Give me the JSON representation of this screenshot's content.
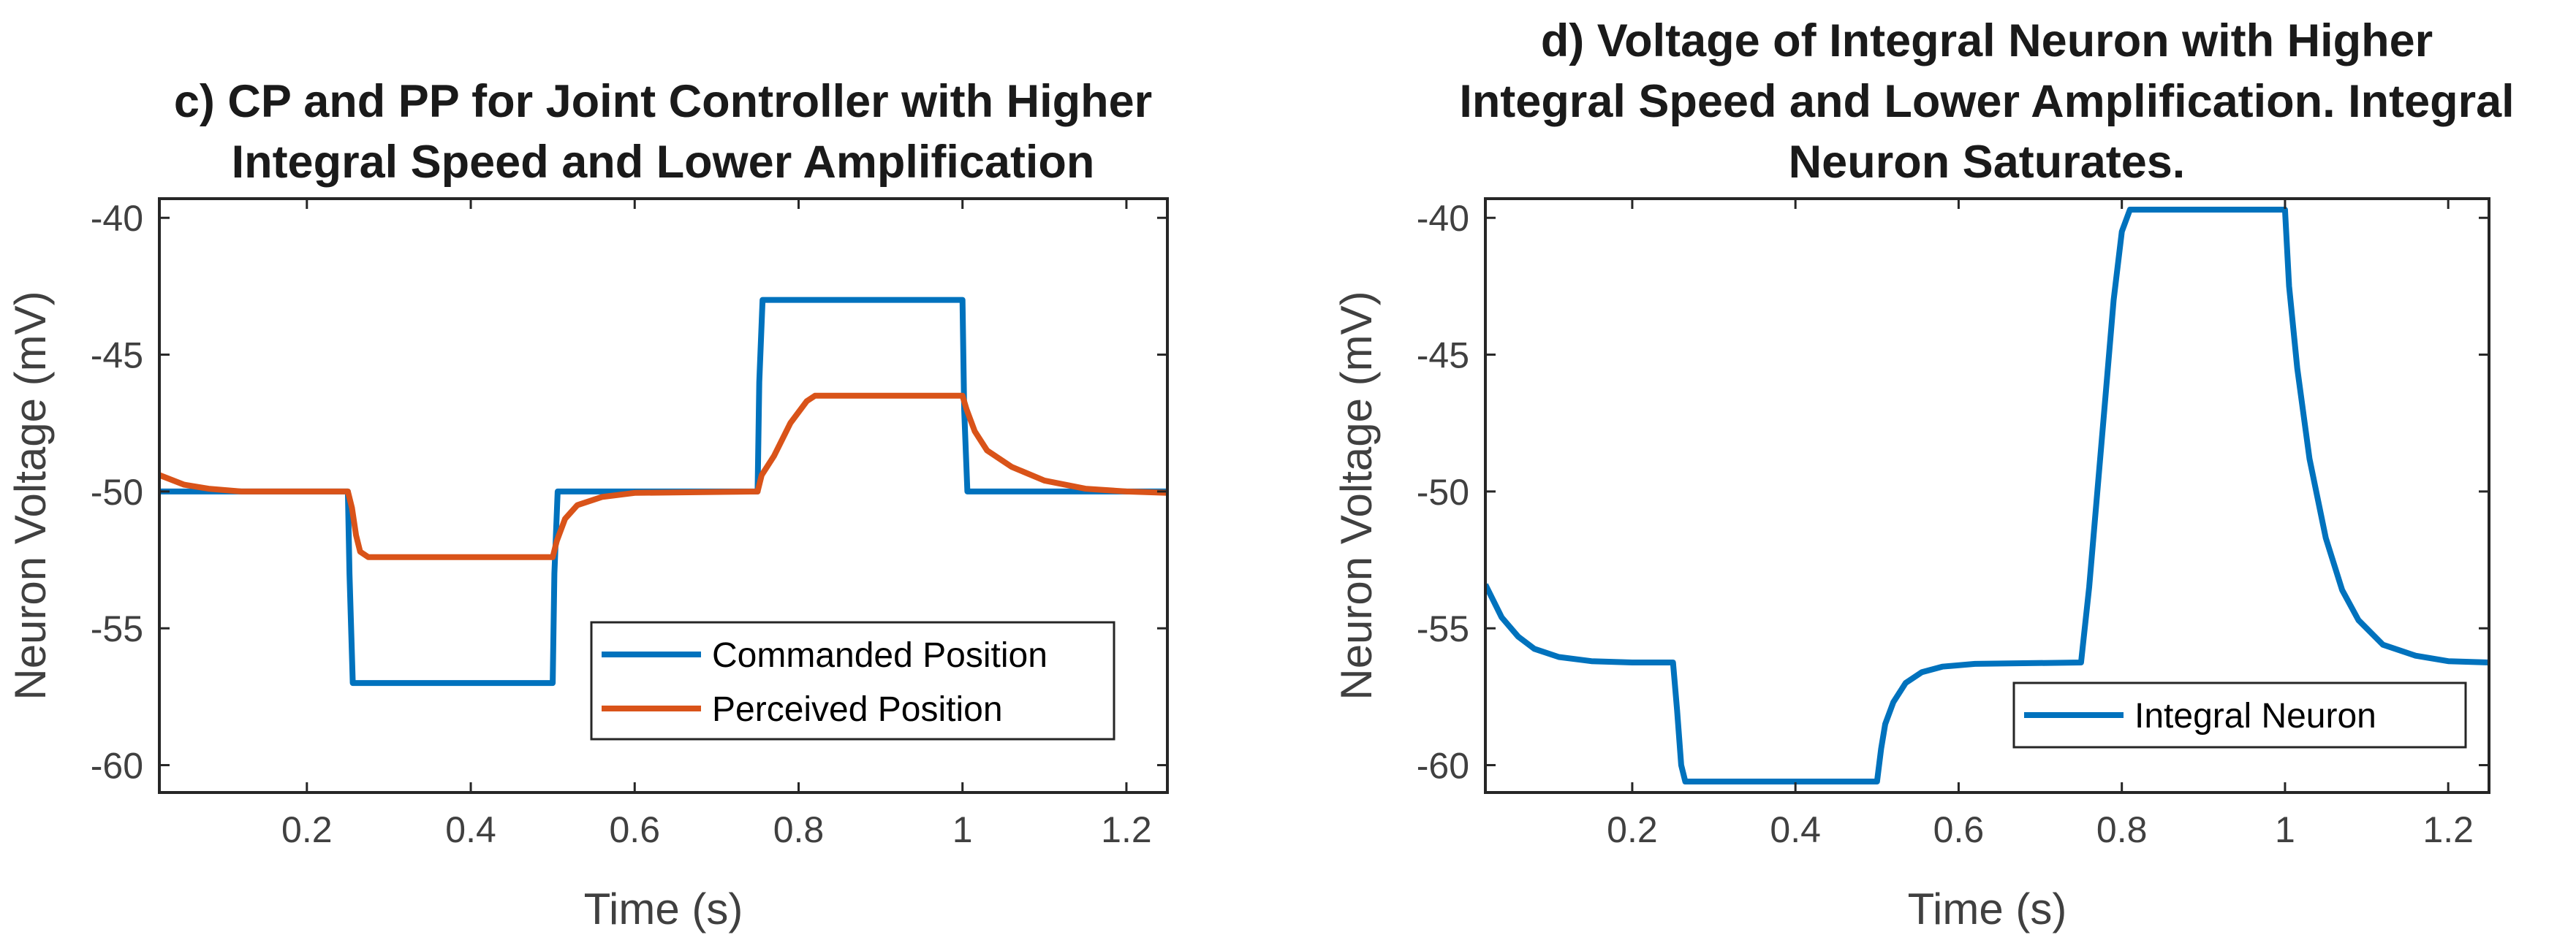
{
  "colors": {
    "series1": "#0072BD",
    "series2": "#D95319",
    "axis": "#262626",
    "text": "#404040"
  },
  "chart_data": [
    {
      "type": "line",
      "title": [
        "c) CP and PP for Joint Controller with Higher",
        "Integral Speed and Lower Amplification"
      ],
      "xlabel": "Time (s)",
      "ylabel": "Neuron Voltage (mV)",
      "xlim": [
        0.02,
        1.25
      ],
      "ylim": [
        -61,
        -39.3
      ],
      "xticks": [
        0.2,
        0.4,
        0.6,
        0.8,
        1.0,
        1.2
      ],
      "xtick_labels": [
        "0.2",
        "0.4",
        "0.6",
        "0.8",
        "1",
        "1.2"
      ],
      "yticks": [
        -40,
        -45,
        -50,
        -55,
        -60
      ],
      "ytick_labels": [
        "-40",
        "-45",
        "-50",
        "-55",
        "-60"
      ],
      "grid": false,
      "legend_position": "bottom-right",
      "series": [
        {
          "name": "Commanded Position",
          "points": [
            [
              0.02,
              -50
            ],
            [
              0.25,
              -50
            ],
            [
              0.252,
              -53
            ],
            [
              0.256,
              -57
            ],
            [
              0.5,
              -57
            ],
            [
              0.502,
              -53
            ],
            [
              0.506,
              -50
            ],
            [
              0.75,
              -50
            ],
            [
              0.752,
              -46
            ],
            [
              0.756,
              -43
            ],
            [
              1.0,
              -43
            ],
            [
              1.002,
              -47
            ],
            [
              1.006,
              -50
            ],
            [
              1.25,
              -50
            ]
          ]
        },
        {
          "name": "Perceived Position",
          "points": [
            [
              0.02,
              -49.4
            ],
            [
              0.05,
              -49.75
            ],
            [
              0.08,
              -49.9
            ],
            [
              0.12,
              -50
            ],
            [
              0.25,
              -50
            ],
            [
              0.255,
              -50.6
            ],
            [
              0.26,
              -51.6
            ],
            [
              0.265,
              -52.2
            ],
            [
              0.275,
              -52.4
            ],
            [
              0.5,
              -52.4
            ],
            [
              0.505,
              -51.8
            ],
            [
              0.515,
              -51.0
            ],
            [
              0.53,
              -50.5
            ],
            [
              0.56,
              -50.2
            ],
            [
              0.6,
              -50.05
            ],
            [
              0.75,
              -50
            ],
            [
              0.755,
              -49.4
            ],
            [
              0.77,
              -48.7
            ],
            [
              0.79,
              -47.5
            ],
            [
              0.81,
              -46.7
            ],
            [
              0.82,
              -46.5
            ],
            [
              1.0,
              -46.5
            ],
            [
              1.005,
              -47.0
            ],
            [
              1.015,
              -47.8
            ],
            [
              1.03,
              -48.5
            ],
            [
              1.06,
              -49.1
            ],
            [
              1.1,
              -49.6
            ],
            [
              1.15,
              -49.9
            ],
            [
              1.2,
              -50
            ],
            [
              1.25,
              -50.05
            ]
          ]
        }
      ]
    },
    {
      "type": "line",
      "title": [
        "d) Voltage of Integral Neuron with Higher",
        "Integral Speed and Lower Amplification. Integral",
        "Neuron Saturates."
      ],
      "xlabel": "Time (s)",
      "ylabel": "Neuron Voltage (mV)",
      "xlim": [
        0.02,
        1.25
      ],
      "ylim": [
        -61,
        -39.3
      ],
      "xticks": [
        0.2,
        0.4,
        0.6,
        0.8,
        1.0,
        1.2
      ],
      "xtick_labels": [
        "0.2",
        "0.4",
        "0.6",
        "0.8",
        "1",
        "1.2"
      ],
      "yticks": [
        -40,
        -45,
        -50,
        -55,
        -60
      ],
      "ytick_labels": [
        "-40",
        "-45",
        "-50",
        "-55",
        "-60"
      ],
      "grid": false,
      "legend_position": "bottom-right",
      "series": [
        {
          "name": "Integral Neuron",
          "points": [
            [
              0.02,
              -53.4
            ],
            [
              0.04,
              -54.6
            ],
            [
              0.06,
              -55.3
            ],
            [
              0.08,
              -55.75
            ],
            [
              0.11,
              -56.05
            ],
            [
              0.15,
              -56.2
            ],
            [
              0.2,
              -56.25
            ],
            [
              0.25,
              -56.25
            ],
            [
              0.255,
              -58.0
            ],
            [
              0.26,
              -60.0
            ],
            [
              0.265,
              -60.6
            ],
            [
              0.5,
              -60.6
            ],
            [
              0.505,
              -59.4
            ],
            [
              0.51,
              -58.5
            ],
            [
              0.52,
              -57.7
            ],
            [
              0.535,
              -57.0
            ],
            [
              0.555,
              -56.6
            ],
            [
              0.58,
              -56.4
            ],
            [
              0.62,
              -56.3
            ],
            [
              0.75,
              -56.25
            ],
            [
              0.76,
              -53.5
            ],
            [
              0.77,
              -50.0
            ],
            [
              0.78,
              -46.5
            ],
            [
              0.79,
              -43.0
            ],
            [
              0.8,
              -40.5
            ],
            [
              0.81,
              -39.7
            ],
            [
              1.0,
              -39.7
            ],
            [
              1.005,
              -42.5
            ],
            [
              1.015,
              -45.5
            ],
            [
              1.03,
              -48.8
            ],
            [
              1.05,
              -51.7
            ],
            [
              1.07,
              -53.6
            ],
            [
              1.09,
              -54.7
            ],
            [
              1.12,
              -55.6
            ],
            [
              1.16,
              -56.0
            ],
            [
              1.2,
              -56.2
            ],
            [
              1.25,
              -56.25
            ]
          ]
        }
      ]
    }
  ]
}
